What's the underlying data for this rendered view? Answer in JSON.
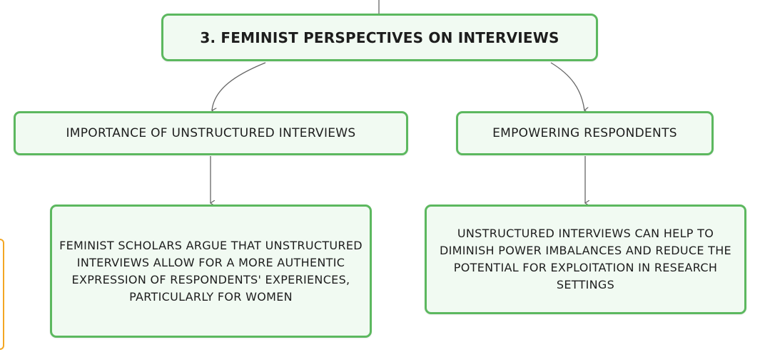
{
  "diagram": {
    "root": {
      "label": "3. FEMINIST PERSPECTIVES ON INTERVIEWS"
    },
    "branches": [
      {
        "label": "IMPORTANCE OF UNSTRUCTURED INTERVIEWS",
        "detail": "FEMINIST SCHOLARS ARGUE THAT UNSTRUCTURED INTERVIEWS ALLOW FOR A MORE AUTHENTIC EXPRESSION OF RESPONDENTS' EXPERIENCES, PARTICULARLY FOR WOMEN"
      },
      {
        "label": "EMPOWERING RESPONDENTS",
        "detail": "UNSTRUCTURED INTERVIEWS CAN HELP TO DIMINISH POWER IMBALANCES AND REDUCE THE POTENTIAL FOR EXPLOITATION IN RESEARCH SETTINGS"
      }
    ]
  },
  "colors": {
    "node_border": "#5cb85f",
    "node_fill": "#f1faf2",
    "connector": "#666666",
    "side_tab": "#f3a623"
  }
}
